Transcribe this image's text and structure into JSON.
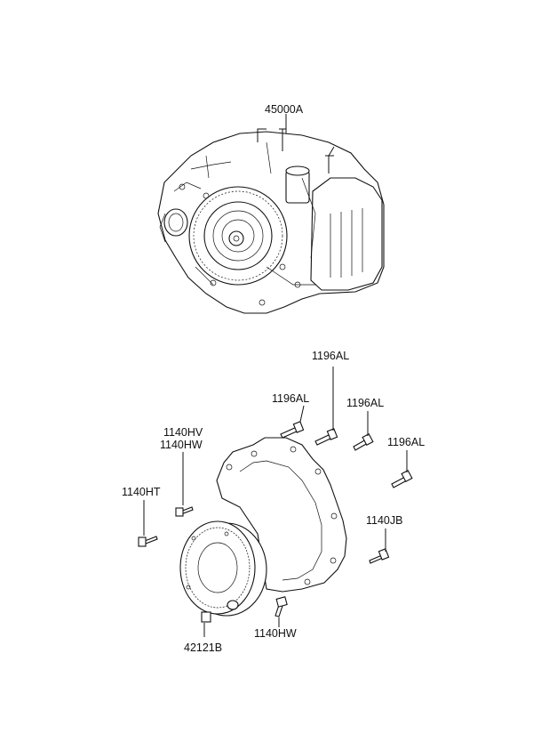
{
  "labels": {
    "transaxle": "45000A",
    "bolt_top_center": "1196AL",
    "bolt_left": "1196AL",
    "bolt_middle_right": "1196AL",
    "bolt_far_right": "1196AL",
    "bolt_upper_left_a": "1140HV",
    "bolt_upper_left_b": "1140HW",
    "bolt_left_side": "1140HT",
    "bolt_right_side": "1140JB",
    "bolt_bottom": "1140HW",
    "drain_plug": "42121B"
  }
}
